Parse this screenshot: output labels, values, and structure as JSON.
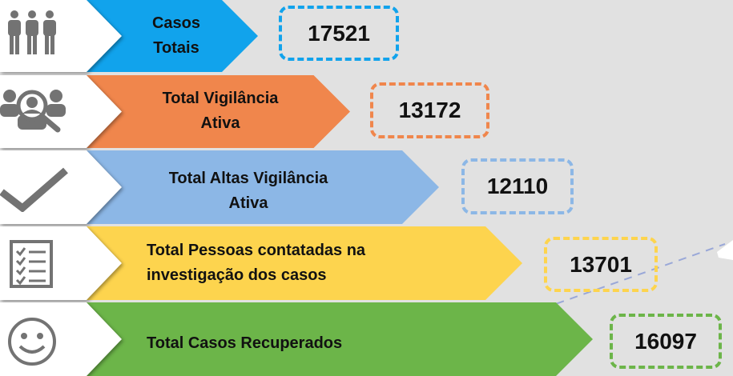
{
  "rows": [
    {
      "label_lines": [
        "Casos",
        "Totais"
      ],
      "value": "17521",
      "color": "#11a3ec",
      "icon": "people-icon"
    },
    {
      "label_lines": [
        "Total Vigilância",
        "Ativa"
      ],
      "value": "13172",
      "color": "#f0864c",
      "icon": "search-people-icon"
    },
    {
      "label_lines": [
        "Total Altas Vigilância",
        "Ativa"
      ],
      "value": "12110",
      "color": "#8cb7e6",
      "icon": "checkmark-icon"
    },
    {
      "label_lines": [
        "Total Pessoas contatadas na",
        "investigação dos casos"
      ],
      "value": "13701",
      "color": "#fdd44e",
      "icon": "checklist-icon"
    },
    {
      "label_lines": [
        "Total Casos Recuperados"
      ],
      "value": "16097",
      "color": "#6cb549",
      "icon": "smiley-icon"
    }
  ]
}
